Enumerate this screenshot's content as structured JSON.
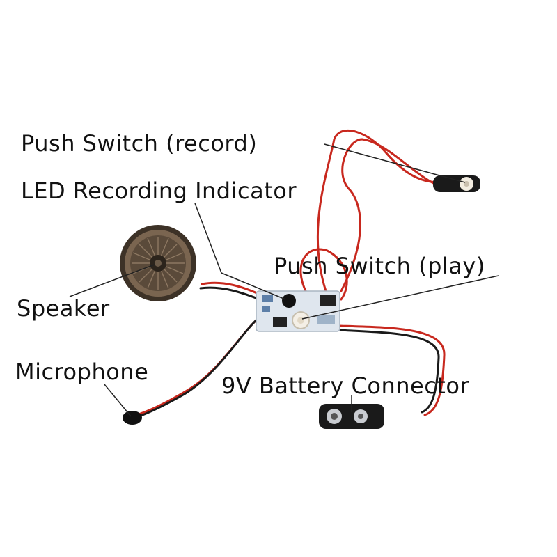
{
  "labels": {
    "push_switch_record": "Push Switch (record)",
    "led_indicator": "LED Recording Indicator",
    "push_switch_play": "Push Switch (play)",
    "speaker": "Speaker",
    "microphone": "Microphone",
    "battery_connector": "9V Battery Connector"
  },
  "colors": {
    "wire_red": "#c8281e",
    "wire_black": "#1a1a1a",
    "board": "#dfe6ee",
    "leader": "#222222",
    "speaker_cone": "#5a4a3a"
  }
}
